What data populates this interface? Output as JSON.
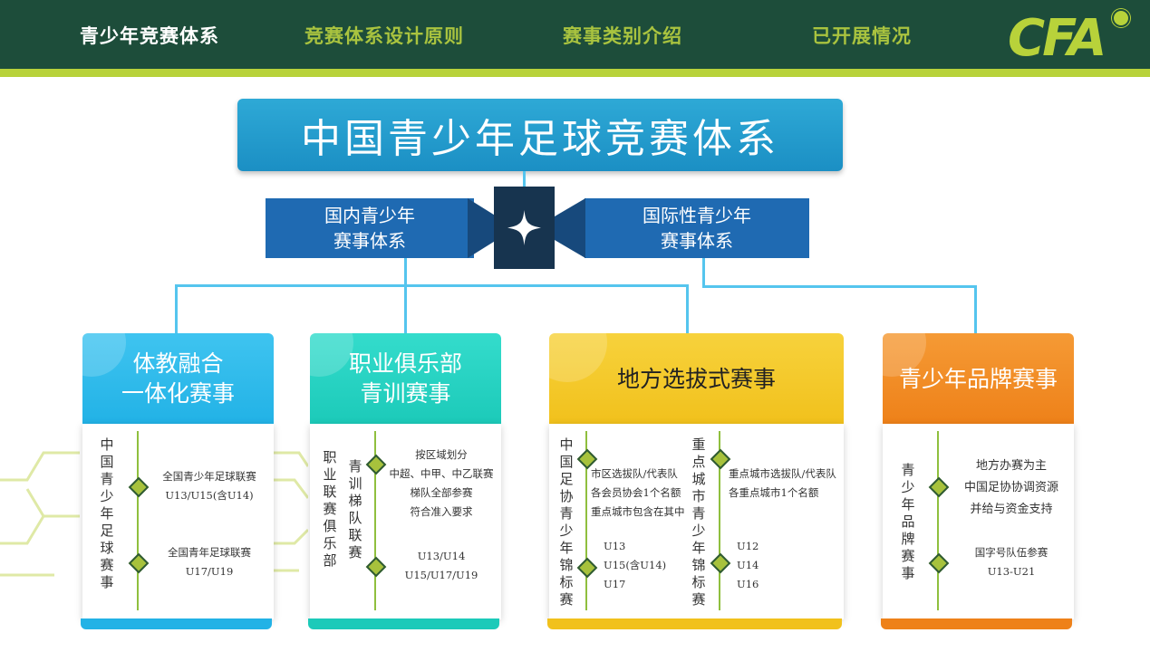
{
  "nav": {
    "items": [
      "青少年竞赛体系",
      "竞赛体系设计原则",
      "赛事类别介绍",
      "已开展情况"
    ],
    "logo": "CFA"
  },
  "diagram": {
    "title": "中国青少年足球竞赛体系",
    "domestic": [
      "国内青少年",
      "赛事体系"
    ],
    "international": [
      "国际性青少年",
      "赛事体系"
    ],
    "cards": [
      {
        "title": [
          "体教融合",
          "一体化赛事"
        ],
        "side": "中国青少年足球赛事",
        "entries": [
          {
            "lines": [
              "全国青少年足球联赛",
              "U13/U15(含U14)"
            ]
          },
          {
            "lines": [
              "全国青年足球联赛",
              "U17/U19"
            ]
          }
        ]
      },
      {
        "title": [
          "职业俱乐部",
          "青训赛事"
        ],
        "side": "职业联赛俱乐部",
        "side2": "青训梯队联赛",
        "entries": [
          {
            "lines": [
              "按区域划分",
              "中超、中甲、中乙联赛",
              "梯队全部参赛",
              "符合准入要求"
            ]
          },
          {
            "lines": [
              "U13/U14",
              "U15/U17/U19"
            ]
          }
        ]
      },
      {
        "title": [
          "地方选拔式赛事"
        ],
        "side": "中国足协青少年锦标赛",
        "side2": "重点城市青少年锦标赛",
        "entries": [
          {
            "lines": [
              "市区选拔队/代表队",
              "各会员协会1个名额",
              "重点城市包含在其中"
            ]
          },
          {
            "lines": [
              "U13",
              "U15(含U14)",
              "U17"
            ]
          },
          {
            "lines": [
              "重点城市选拔队/代表队",
              "各重点城市1个名额"
            ]
          },
          {
            "lines": [
              "U12",
              "U14",
              "U16"
            ]
          }
        ]
      },
      {
        "title": [
          "青少年品牌赛事"
        ],
        "side": "青少年品牌赛事",
        "entries": [
          {
            "lines": [
              "地方办赛为主",
              "中国足协协调资源",
              "并给与资金支持"
            ]
          },
          {
            "lines": [
              "国字号队伍参赛",
              "U13-U21"
            ]
          }
        ]
      }
    ]
  },
  "colors": {
    "nav_bg": "#1d4d3a",
    "accent_green": "#b8d23a",
    "title_blue": "#1b8fc4",
    "sub_blue": "#1f6ab2",
    "card1": "#2cb9ea",
    "card2": "#1fd2c4",
    "card3": "#f2c323",
    "card4": "#f08a22"
  }
}
